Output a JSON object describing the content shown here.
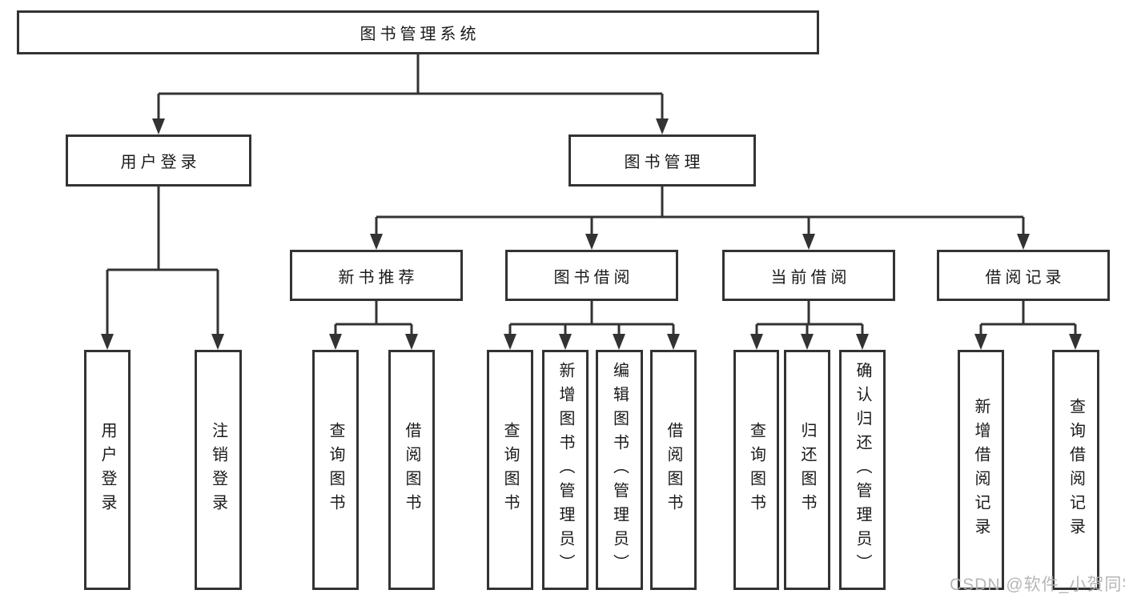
{
  "tree": {
    "label": "图书管理系统",
    "children": [
      {
        "label": "用户登录",
        "children": [
          {
            "label": "用户登录"
          },
          {
            "label": "注销登录"
          }
        ]
      },
      {
        "label": "图书管理",
        "children": [
          {
            "label": "新书推荐",
            "children": [
              {
                "label": "查询图书"
              },
              {
                "label": "借阅图书"
              }
            ]
          },
          {
            "label": "图书借阅",
            "children": [
              {
                "label": "查询图书"
              },
              {
                "label": "新增图书（管理员）"
              },
              {
                "label": "编辑图书（管理员）"
              },
              {
                "label": "借阅图书"
              }
            ]
          },
          {
            "label": "当前借阅",
            "children": [
              {
                "label": "查询图书"
              },
              {
                "label": "归还图书"
              },
              {
                "label": "确认归还（管理员）"
              }
            ]
          },
          {
            "label": "借阅记录",
            "children": [
              {
                "label": "新增借阅记录"
              },
              {
                "label": "查询借阅记录"
              }
            ]
          }
        ]
      }
    ]
  },
  "watermark": {
    "text": "CSDN @软件_小贺同学"
  },
  "colors": {
    "line": "#333333",
    "box_border": "#333333",
    "box_fill": "#ffffff",
    "text": "#1a1a1a",
    "watermark": "#b0b0b0",
    "background": "#ffffff"
  }
}
